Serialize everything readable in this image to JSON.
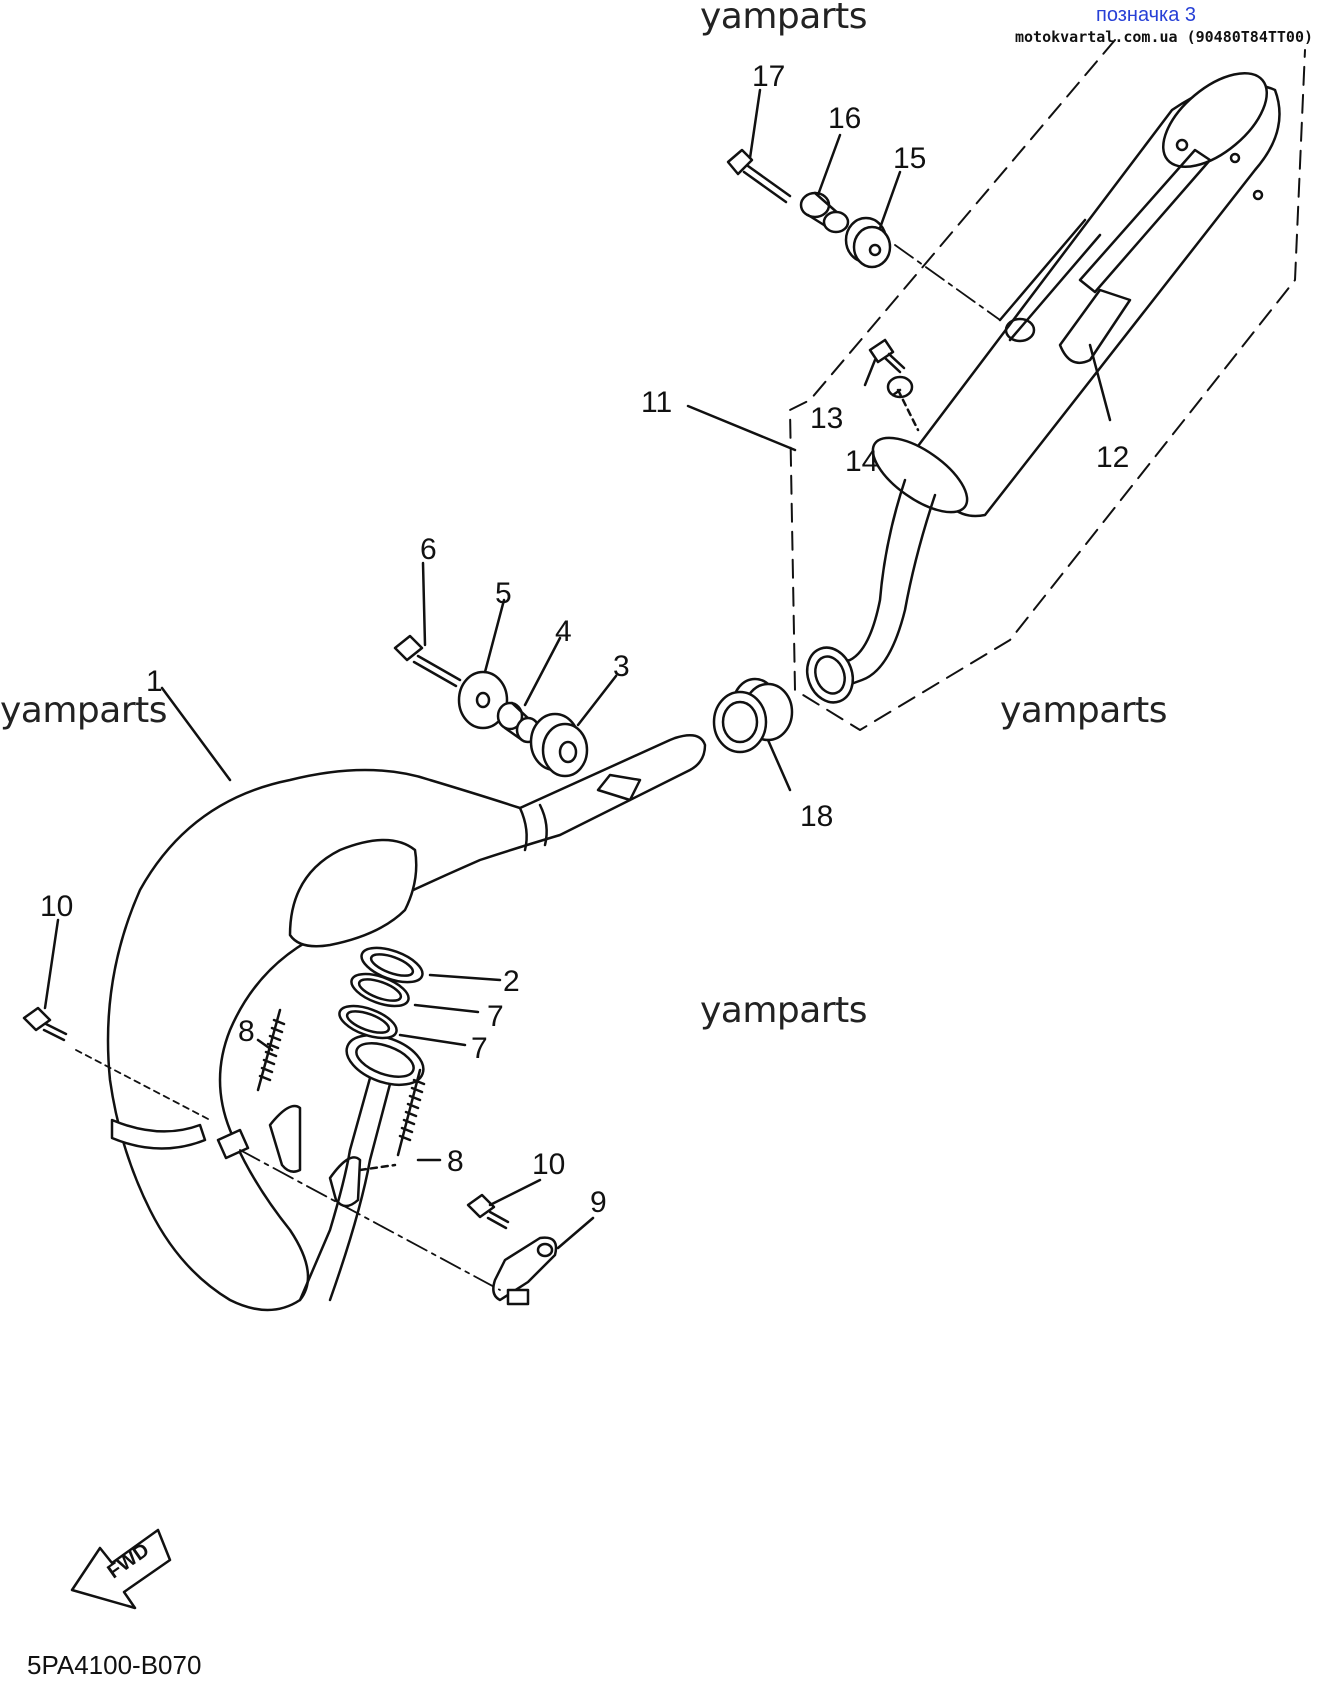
{
  "header": {
    "tag": "позначка 3",
    "site_ref": "motokvartal.com.ua (90480T84TT00)"
  },
  "watermarks": [
    "yamparts",
    "yamparts",
    "yamparts",
    "yamparts"
  ],
  "callouts": {
    "c1": "1",
    "c2": "2",
    "c3": "3",
    "c4": "4",
    "c5": "5",
    "c6": "6",
    "c7a": "7",
    "c7b": "7",
    "c8a": "8",
    "c8b": "8",
    "c9": "9",
    "c10a": "10",
    "c10b": "10",
    "c11": "11",
    "c12": "12",
    "c13": "13",
    "c14": "14",
    "c15": "15",
    "c16": "16",
    "c17": "17",
    "c18": "18"
  },
  "fwd_label": "FWD",
  "diagram_code": "5PA4100-B070"
}
